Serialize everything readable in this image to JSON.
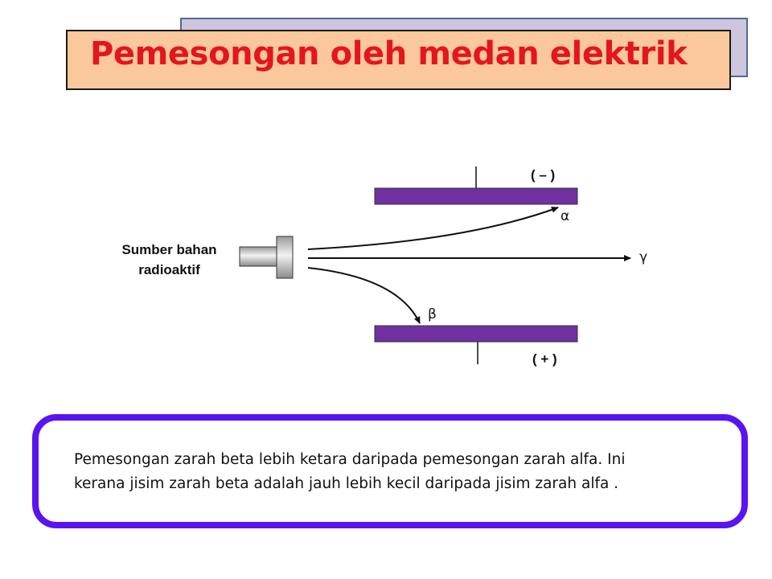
{
  "slide": {
    "title": "Pemesongan oleh medan elektrik"
  },
  "diagram": {
    "source_label_line1": "Sumber bahan",
    "source_label_line2": "radioaktif",
    "negative_plate_label": "( – )",
    "positive_plate_label": "( + )",
    "alpha_symbol": "α",
    "gamma_symbol": "γ",
    "beta_symbol": "β",
    "plate_color": "#7030a0",
    "source_color": "#c8c8c8"
  },
  "info": {
    "line1": "Pemesongan zarah beta lebih ketara daripada pemesongan zarah alfa.  Ini",
    "line2": "kerana jisim zarah beta adalah jauh lebih kecil daripada jisim zarah alfa .",
    "border_color": "#5a14f0"
  }
}
